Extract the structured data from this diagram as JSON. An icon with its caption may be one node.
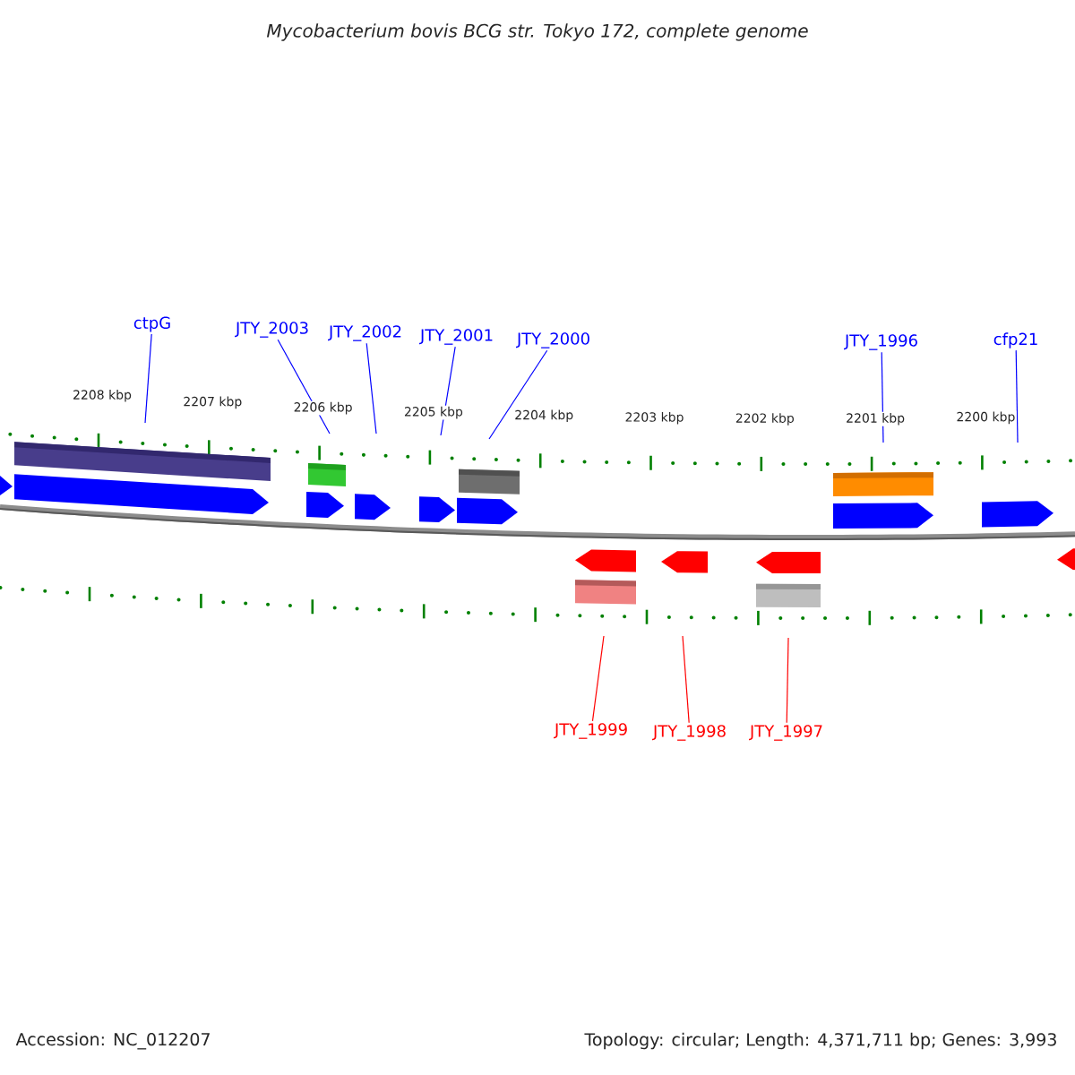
{
  "diagram": {
    "title": "*Mycobacterium bovis BCG str. Tokyo 172, complete genome*",
    "nodes": [
      {
        "text": [
          "ctpG"
        ]
      },
      {
        "text": [
          "JTY_2003"
        ]
      },
      {
        "text": [
          "JTY_2002"
        ]
      },
      {
        "text": [
          "JTY_2001"
        ]
      },
      {
        "text": [
          "JTY_2000"
        ]
      },
      {
        "text": [
          "JTY_1996"
        ]
      },
      {
        "text": [
          "cfp21"
        ]
      },
      {
        "text": [
          "JTY_1999"
        ]
      },
      {
        "text": [
          "JTY_1998"
        ]
      },
      {
        "text": [
          "JTY_1997"
        ]
      }
    ],
    "edges": [
      {
        "from": 0,
        "to": null,
        "arrow": "none"
      },
      {
        "from": 1,
        "to": null,
        "arrow": "none"
      },
      {
        "from": 2,
        "to": null,
        "arrow": "none"
      },
      {
        "from": 3,
        "to": null,
        "arrow": "none"
      },
      {
        "from": 4,
        "to": null,
        "arrow": "none"
      },
      {
        "from": 5,
        "to": null,
        "arrow": "none"
      },
      {
        "from": 6,
        "to": null,
        "arrow": "none"
      },
      {
        "from": 7,
        "to": null,
        "arrow": "none",
        "color": "#ff0000"
      },
      {
        "from": 8,
        "to": null,
        "arrow": "none",
        "color": "#ff0000"
      },
      {
        "from": 9,
        "to": null,
        "arrow": "none",
        "color": "#ff0000"
      }
    ],
    "labels": [
      "2208 kbp",
      "2207 kbp",
      "2206 kbp",
      "2205 kbp",
      "2204 kbp",
      "2203 kbp",
      "2202 kbp",
      "2201 kbp",
      "2200 kbp",
      "Accession: NC_012207",
      "Topology: circular; Length: 4,371,711 bp; Genes: 3,993"
    ]
  }
}
